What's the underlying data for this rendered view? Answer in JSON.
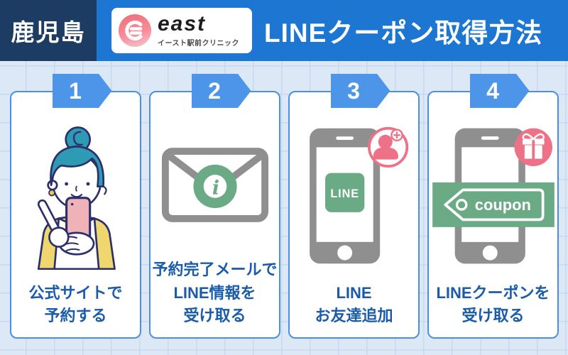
{
  "header": {
    "region": "鹿児島",
    "logo": {
      "brand": "east",
      "clinic": "イースト駅前クリニック"
    },
    "title": "LINEクーポン取得方法"
  },
  "steps": [
    {
      "number": "1",
      "icon": "person-with-phone-illustration",
      "lines": [
        "公式サイトで",
        "予約する"
      ]
    },
    {
      "number": "2",
      "icon": "email-info-icon",
      "info_glyph": "i",
      "lines": [
        "予約完了メールで",
        "LINE情報を",
        "受け取る"
      ]
    },
    {
      "number": "3",
      "icon": "phone-line-add-friend-icon",
      "phone_app_label": "LINE",
      "lines": [
        "LINE",
        "お友達追加"
      ]
    },
    {
      "number": "4",
      "icon": "phone-coupon-gift-icon",
      "coupon_label": "coupon",
      "lines": [
        "LINEクーポンを",
        "受け取る"
      ]
    }
  ],
  "colors": {
    "header_blue": "#1c76d2",
    "header_navy": "#1d3c63",
    "badge_blue": "#4d95e8",
    "card_border_blue": "#4a90e2",
    "caption_blue": "#1a5ca9",
    "icon_gray": "#8f8f8f",
    "accent_green": "#6aaa84",
    "accent_pink": "#ed7287",
    "grid_bg": "#dde8f7"
  }
}
